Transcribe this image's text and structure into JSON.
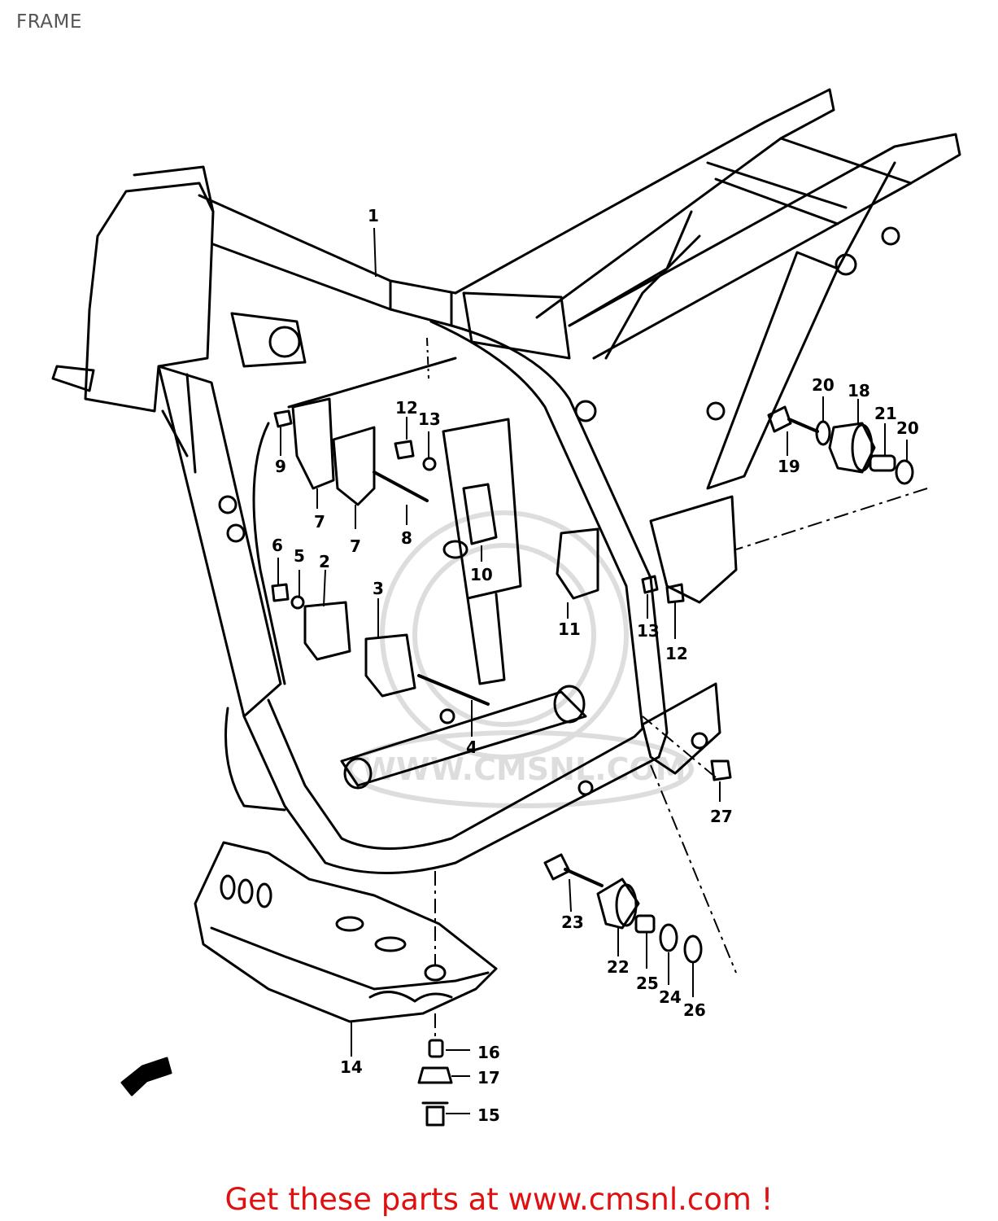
{
  "page": {
    "title": "FRAME",
    "footer_text": "Get these parts at www.cmsnl.com !",
    "watermark_text": "WWW.CMSNL.COM"
  },
  "callouts": [
    {
      "id": "c1",
      "label": "1"
    },
    {
      "id": "c2",
      "label": "2"
    },
    {
      "id": "c3",
      "label": "3"
    },
    {
      "id": "c4",
      "label": "4"
    },
    {
      "id": "c5",
      "label": "5"
    },
    {
      "id": "c6",
      "label": "6"
    },
    {
      "id": "c7a",
      "label": "7"
    },
    {
      "id": "c7b",
      "label": "7"
    },
    {
      "id": "c8",
      "label": "8"
    },
    {
      "id": "c9",
      "label": "9"
    },
    {
      "id": "c10",
      "label": "10"
    },
    {
      "id": "c11",
      "label": "11"
    },
    {
      "id": "c12a",
      "label": "12"
    },
    {
      "id": "c12b",
      "label": "12"
    },
    {
      "id": "c13a",
      "label": "13"
    },
    {
      "id": "c13b",
      "label": "13"
    },
    {
      "id": "c14",
      "label": "14"
    },
    {
      "id": "c15",
      "label": "15"
    },
    {
      "id": "c16",
      "label": "16"
    },
    {
      "id": "c17",
      "label": "17"
    },
    {
      "id": "c18",
      "label": "18"
    },
    {
      "id": "c19",
      "label": "19"
    },
    {
      "id": "c20a",
      "label": "20"
    },
    {
      "id": "c20b",
      "label": "20"
    },
    {
      "id": "c21",
      "label": "21"
    },
    {
      "id": "c22",
      "label": "22"
    },
    {
      "id": "c23",
      "label": "23"
    },
    {
      "id": "c24",
      "label": "24"
    },
    {
      "id": "c25",
      "label": "25"
    },
    {
      "id": "c26",
      "label": "26"
    },
    {
      "id": "c27",
      "label": "27"
    }
  ],
  "colors": {
    "footer": "#e01010",
    "ink": "#000000",
    "title": "#555555"
  }
}
